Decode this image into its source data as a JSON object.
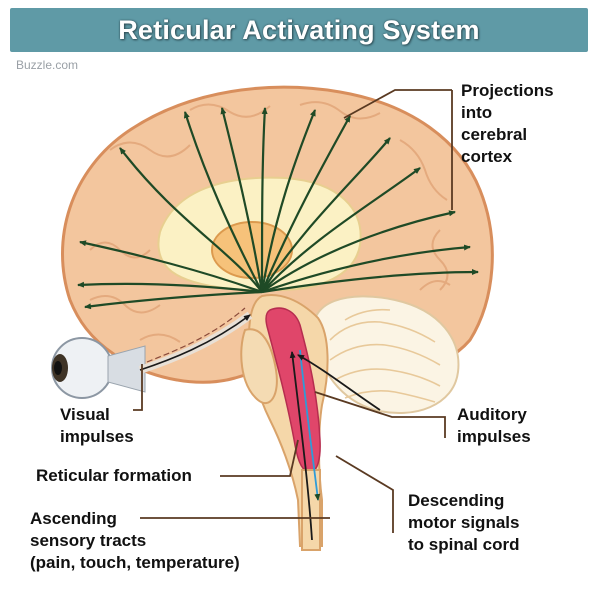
{
  "title": "Reticular Activating System",
  "watermark": "Buzzle.com",
  "labels": {
    "projections": [
      "Projections",
      "into",
      "cerebral",
      "cortex"
    ],
    "visual": [
      "Visual",
      "impulses"
    ],
    "auditory": [
      "Auditory",
      "impulses"
    ],
    "reticular": [
      "Reticular formation"
    ],
    "descending": [
      "Descending",
      "motor signals",
      "to spinal cord"
    ],
    "ascending": [
      "Ascending",
      "sensory tracts",
      "(pain, touch, temperature)"
    ]
  },
  "colors": {
    "title_bar": "#5f9aa6",
    "cortex": "#f3c69e",
    "cortex_outline": "#d88e5c",
    "inner_region": "#fbf1c4",
    "cerebellum": "#fbf4e4",
    "brainstem": "#f5d7a9",
    "reticular": "#e0466a",
    "arrow": "#1f4a26",
    "leader": "#5a3a22"
  }
}
